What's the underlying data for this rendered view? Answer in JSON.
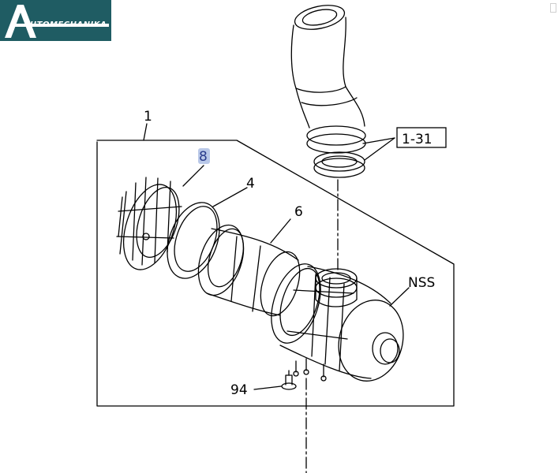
{
  "logo": {
    "text": "UTOMECHANIKA",
    "letter": "A"
  },
  "diagram": {
    "callouts": {
      "assembly": "1",
      "ring": "8",
      "gasket": "4",
      "element": "6",
      "hose_ref": "1-31",
      "housing": "NSS",
      "bolt": "94"
    }
  },
  "colors": {
    "logo_bg": "#1f5c63",
    "line": "#000000",
    "highlight": "#b9c8e8"
  }
}
